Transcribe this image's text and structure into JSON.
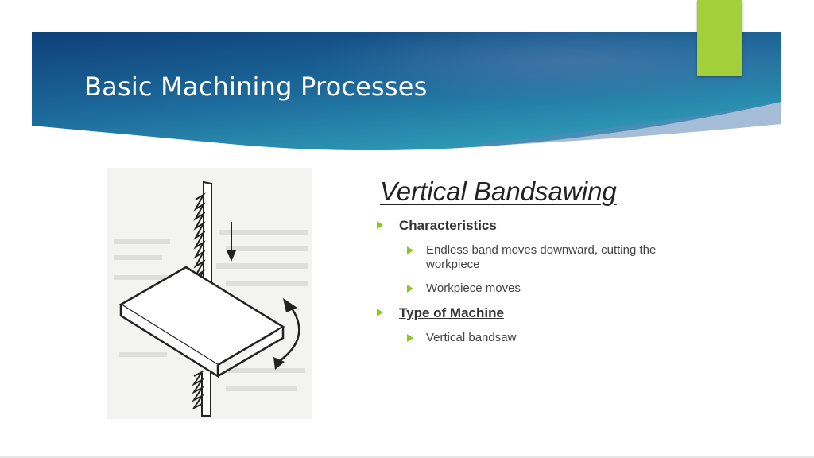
{
  "slide": {
    "title": "Basic Machining Processes",
    "colors": {
      "banner_dark": "#0e3f78",
      "banner_light": "#2a8fb0",
      "accent": "#a3cf3b",
      "bullet": "#8fc31f"
    },
    "figure": {
      "icon": "vertical-bandsaw-illustration"
    },
    "content": {
      "subtitle": "Vertical Bandsawing",
      "sections": [
        {
          "heading": "Characteristics",
          "items": [
            "Endless band moves downward, cutting the workpiece",
            "Workpiece moves"
          ]
        },
        {
          "heading": "Type of Machine",
          "items": [
            "Vertical bandsaw"
          ]
        }
      ]
    }
  }
}
